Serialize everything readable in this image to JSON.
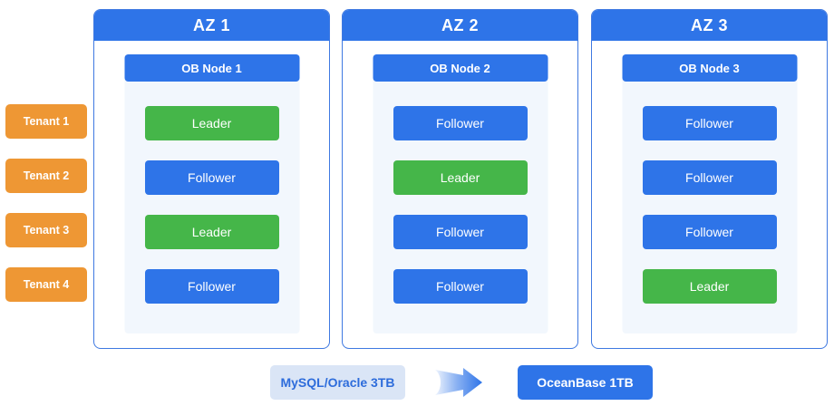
{
  "tenants": [
    {
      "label": "Tenant 1"
    },
    {
      "label": "Tenant 2"
    },
    {
      "label": "Tenant 3"
    },
    {
      "label": "Tenant 4"
    }
  ],
  "zones": [
    {
      "title": "AZ 1",
      "node": "OB Node 1",
      "replicas": [
        "Leader",
        "Follower",
        "Leader",
        "Follower"
      ]
    },
    {
      "title": "AZ 2",
      "node": "OB Node 2",
      "replicas": [
        "Follower",
        "Leader",
        "Follower",
        "Follower"
      ]
    },
    {
      "title": "AZ 3",
      "node": "OB Node 3",
      "replicas": [
        "Follower",
        "Follower",
        "Follower",
        "Leader"
      ]
    }
  ],
  "footer": {
    "source_label": "MySQL/Oracle 3TB",
    "target_label": "OceanBase 1TB"
  },
  "colors": {
    "primary_blue": "#2e74e8",
    "leader_green": "#45b649",
    "tenant_orange": "#ee9734",
    "panel_bg": "#f2f7fd",
    "source_bg": "#dae5f6"
  }
}
